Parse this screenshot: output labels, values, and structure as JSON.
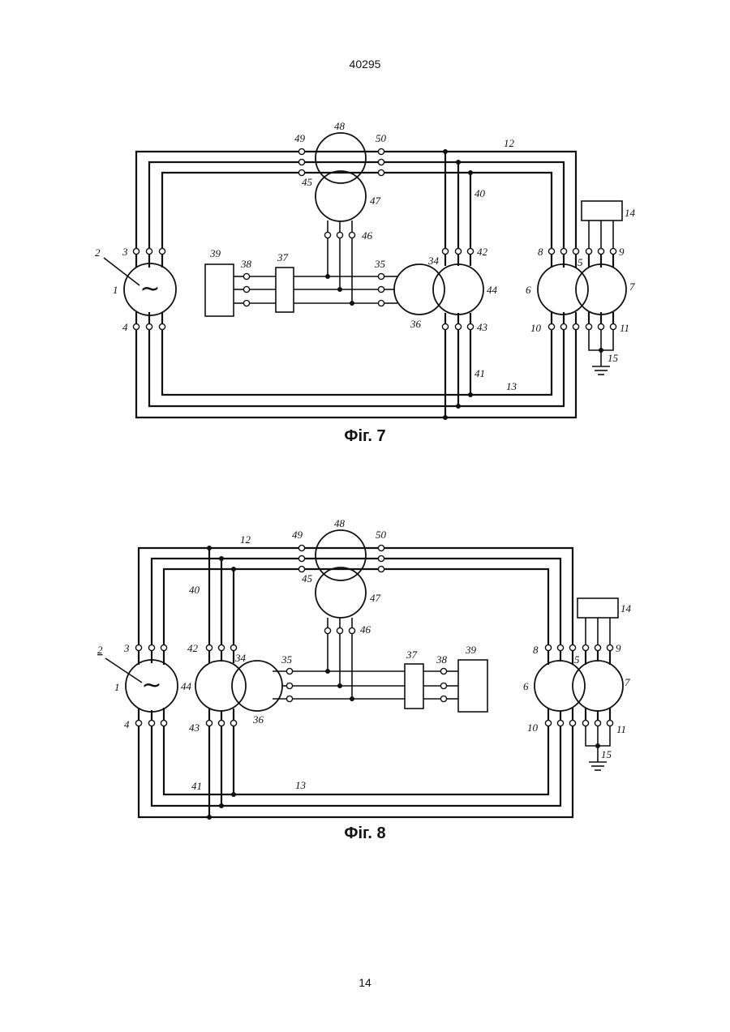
{
  "header": {
    "doc_number": "40295"
  },
  "footer": {
    "page_number": "14"
  },
  "figures": [
    {
      "caption": "Фіг. 7",
      "labels": {
        "l1": "1",
        "l2": "2",
        "l3": "3",
        "l4": "4",
        "l5": "5",
        "l6": "6",
        "l7": "7",
        "l8": "8",
        "l9": "9",
        "l10": "10",
        "l11": "11",
        "l12": "12",
        "l13": "13",
        "l14": "14",
        "l15": "15",
        "l34": "34",
        "l35": "35",
        "l36": "36",
        "l37": "37",
        "l38": "38",
        "l39": "39",
        "l40": "40",
        "l41": "41",
        "l42": "42",
        "l43": "43",
        "l44": "44",
        "l45": "45",
        "l46": "46",
        "l47": "47",
        "l48": "48",
        "l49": "49",
        "l50": "50"
      },
      "generator_symbol": "~"
    },
    {
      "caption": "Фіг. 8",
      "labels": {
        "l1": "1",
        "l2": "2",
        "l3": "3",
        "l4": "4",
        "l5": "5",
        "l6": "6",
        "l7": "7",
        "l8": "8",
        "l9": "9",
        "l10": "10",
        "l11": "11",
        "l12": "12",
        "l13": "13",
        "l14": "14",
        "l15": "15",
        "l34": "34",
        "l35": "35",
        "l36": "36",
        "l37": "37",
        "l38": "38",
        "l39": "39",
        "l40": "40",
        "l41": "41",
        "l42": "42",
        "l43": "43",
        "l44": "44",
        "l45": "45",
        "l46": "46",
        "l47": "47",
        "l48": "48",
        "l49": "49",
        "l50": "50"
      },
      "generator_symbol": "~"
    }
  ]
}
